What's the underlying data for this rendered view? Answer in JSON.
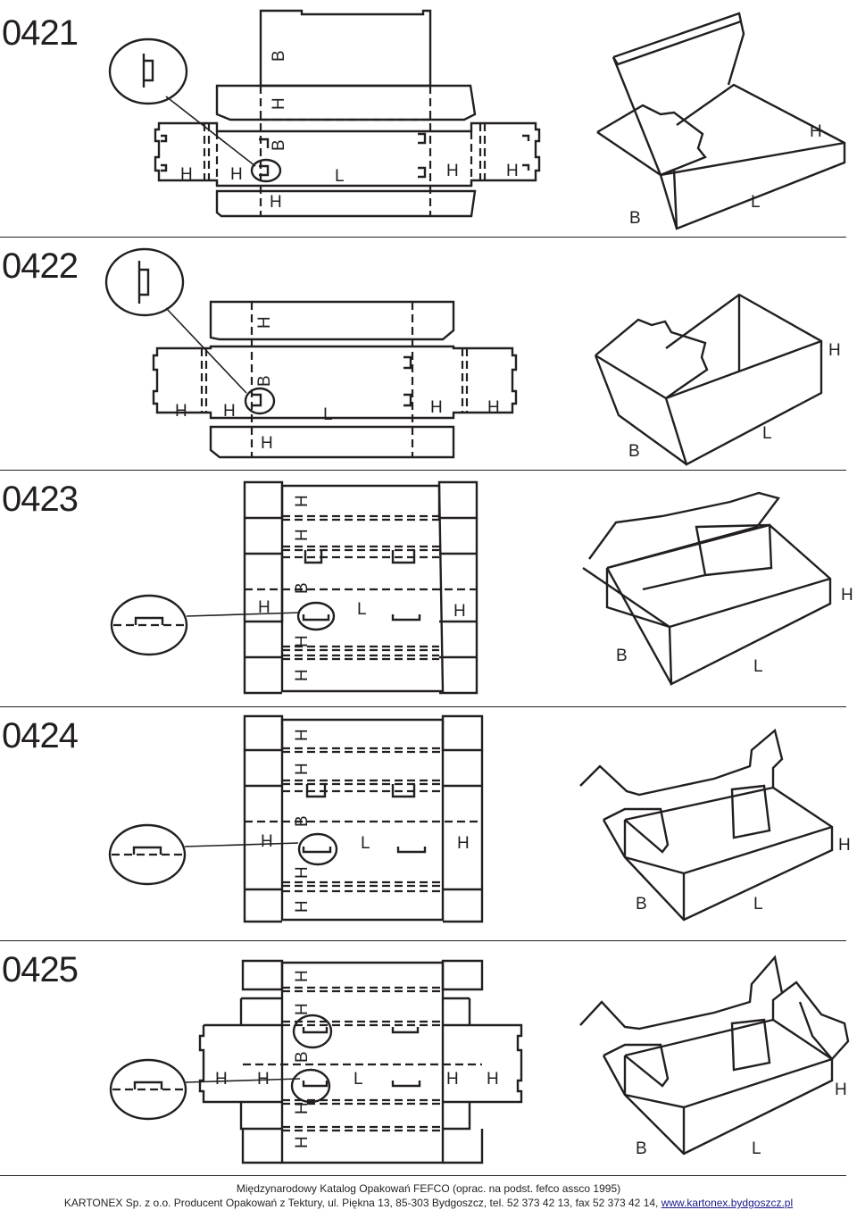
{
  "styles": [
    "0421",
    "0422",
    "0423",
    "0424",
    "0425"
  ],
  "dimension_labels": {
    "H": "H",
    "B": "B",
    "L": "L"
  },
  "footer": {
    "line1": "Międzynarodowy Katalog Opakowań FEFCO (oprac. na podst. fefco assco 1995)",
    "line2_text": "KARTONEX Sp. z o.o. Producent Opakowań z Tektury, ul. Piękna 13, 85-303 Bydgoszcz, tel. 52 373 42 13, fax 52  373 42 14, ",
    "line2_link": "www.kartonex.bydgoszcz.pl"
  },
  "colors": {
    "line": "#231f20",
    "background": "#ffffff",
    "link": "#1a1a8c"
  }
}
